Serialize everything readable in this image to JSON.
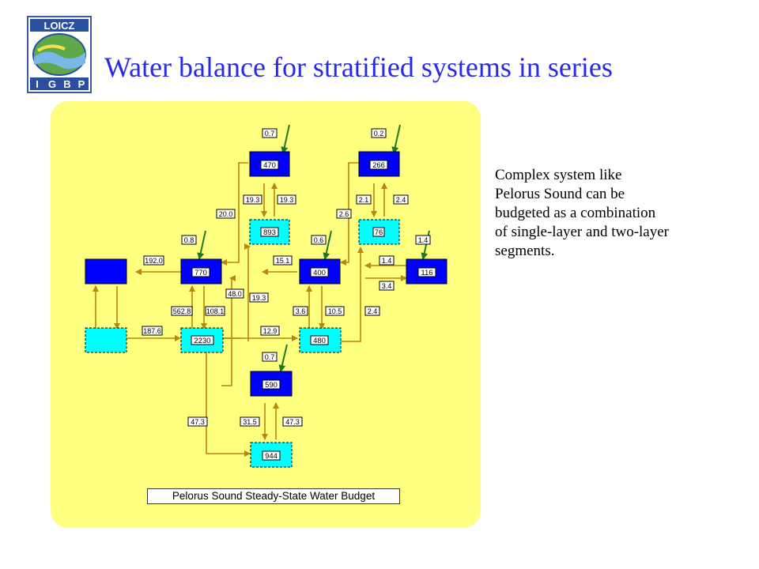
{
  "slide": {
    "title": "Water balance for stratified systems in series",
    "description_lines": [
      "Complex system like",
      "Pelorus Sound can be",
      "budgeted as a combination",
      "of single-layer and two-layer",
      "segments."
    ]
  },
  "logo": {
    "top_text": "LOICZ",
    "bottom_letters": [
      "I",
      "G",
      "B",
      "P"
    ]
  },
  "diagram": {
    "caption": "Pelorus Sound Steady-State Water Budget",
    "colors": {
      "surface_box": "#0000ff",
      "deep_box": "#00ffff",
      "arrow": "#b8860b",
      "input_arrow": "#228b22",
      "panel": "#ffff80"
    },
    "boxes": {
      "box_470": "470",
      "box_266": "266",
      "box_893": "893",
      "box_76": "76",
      "box_770": "770",
      "box_400": "400",
      "box_116": "116",
      "box_2230": "2230",
      "box_480": "480",
      "box_590": "590",
      "box_944": "944"
    },
    "flows": {
      "in_470": "0.7",
      "in_266": "0.2",
      "in_770": "0.8",
      "in_400": "0.6",
      "in_116": "1.4",
      "in_590": "0.7",
      "v470_down": "19.3",
      "v470_up": "19.3",
      "v266_down": "2.1",
      "v266_up": "2.4",
      "f_20": "20.0",
      "f_2_6": "2.6",
      "f_192": "192.0",
      "f_15_1": "15.1",
      "f_1_4": "1.4",
      "f_3_4": "3.4",
      "v770_down": "562.8",
      "v770_up": "108.1",
      "f_48": "48.0",
      "f_19_3_mid": "19.3",
      "v400_down": "3.6",
      "v400_up": "10.5",
      "f_2_4": "2.4",
      "f_187_6": "187.6",
      "f_12_9": "12.9",
      "f_47_3_left": "47.3",
      "v590_down": "31.5",
      "v590_up": "47.3"
    }
  }
}
